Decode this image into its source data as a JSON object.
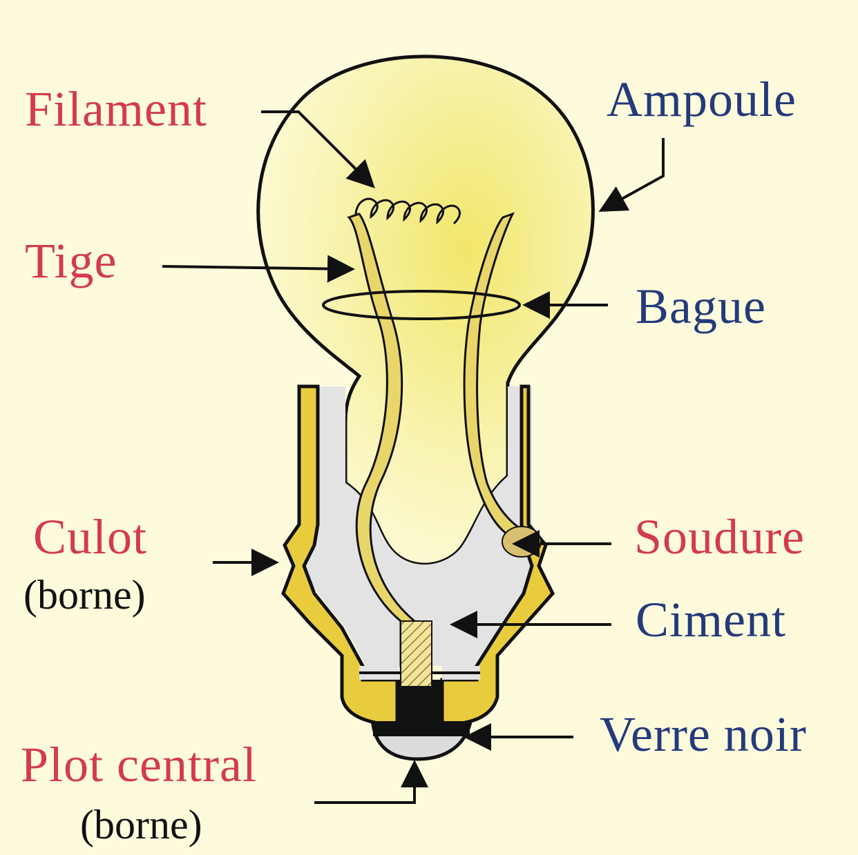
{
  "labels": {
    "filament": "Filament",
    "ampoule": "Ampoule",
    "tige": "Tige",
    "bague": "Bague",
    "culot": "Culot",
    "culot_sub": "(borne)",
    "soudure": "Soudure",
    "ciment": "Ciment",
    "verre_noir": "Verre noir",
    "plot_central": "Plot central",
    "plot_central_sub": "(borne)"
  },
  "colors": {
    "background": "#fdfbdc",
    "red_label": "#d33a52",
    "blue_label": "#243a7a",
    "black_label": "#111111",
    "bulb_glow": "#f3ea6a",
    "metal_gold": "#e3c84a",
    "cement_gray": "#e2e2e2",
    "outline": "#111111"
  }
}
